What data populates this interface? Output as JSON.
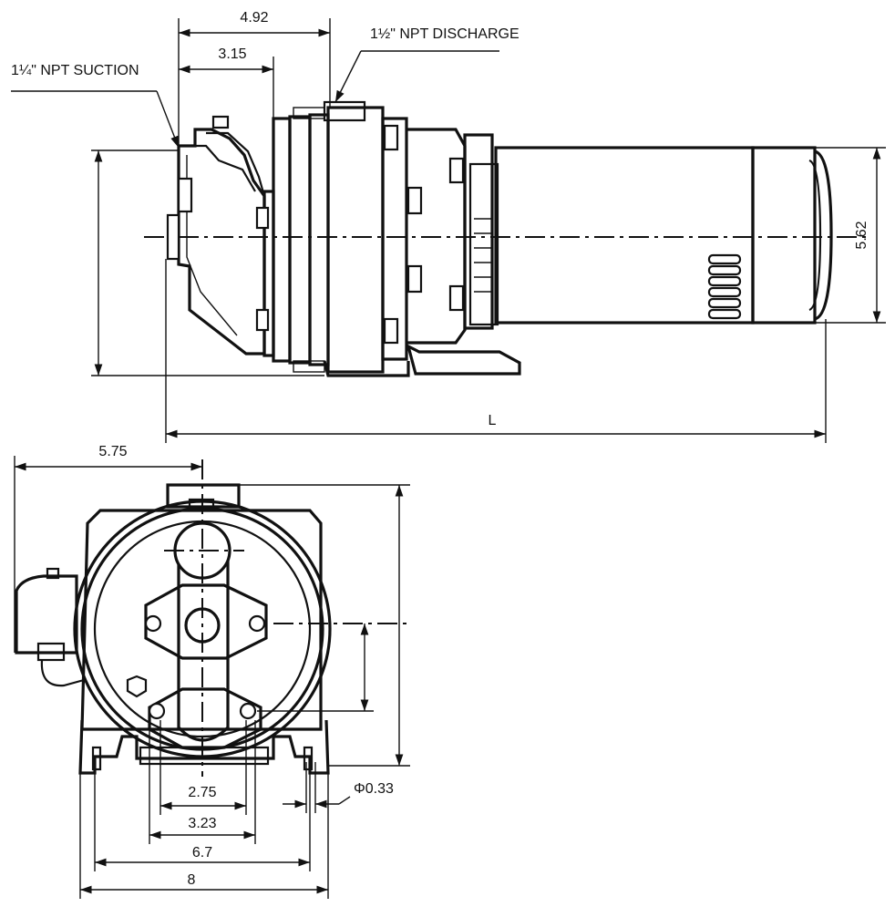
{
  "side_view": {
    "label_suction": "1¼\" NPT SUCTION",
    "label_discharge": "1½\" NPT DISCHARGE",
    "dim_top_overall": "4.92",
    "dim_top_inner": "3.15",
    "dim_height": "5.62",
    "dim_length": "L"
  },
  "front_view": {
    "dim_width_half": "5.75",
    "dim_bolt_inner": "2.75",
    "dim_bolt_outer": "3.23",
    "dim_base_inner": "6.7",
    "dim_base_outer": "8",
    "dim_hole": "Φ0.33"
  }
}
